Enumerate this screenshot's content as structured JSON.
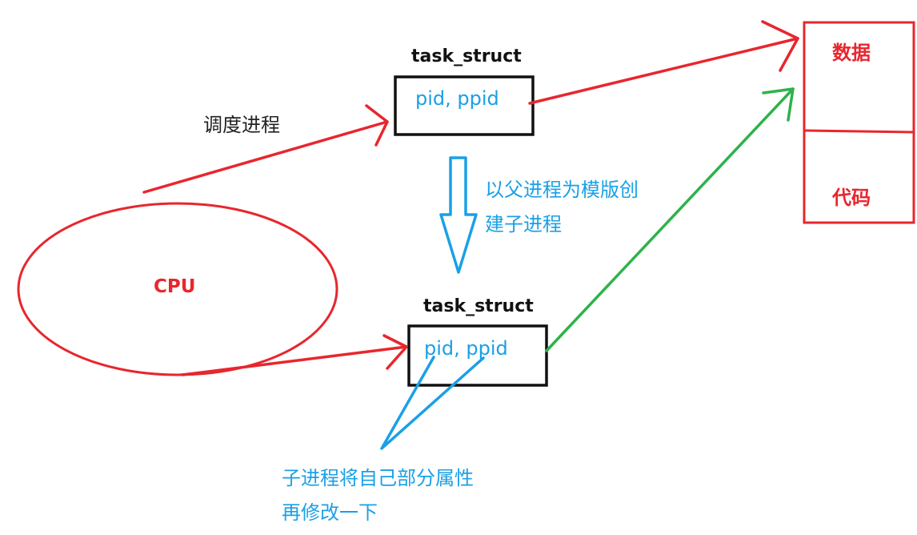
{
  "labels": {
    "parent_title": "task_struct",
    "parent_fields": "pid, ppid",
    "child_title": "task_struct",
    "child_fields": "pid, ppid",
    "schedule": "调度进程",
    "cpu": "CPU",
    "copy_line1": "以父进程为模版创",
    "copy_line2": "建子进程",
    "modify_line1": "子进程将自己部分属性",
    "modify_line2": "再修改一下",
    "data": "数据",
    "code": "代码"
  },
  "colors": {
    "red": "#e8262e",
    "blue": "#1aa0e6",
    "green": "#2eb24a",
    "black": "#111111"
  }
}
